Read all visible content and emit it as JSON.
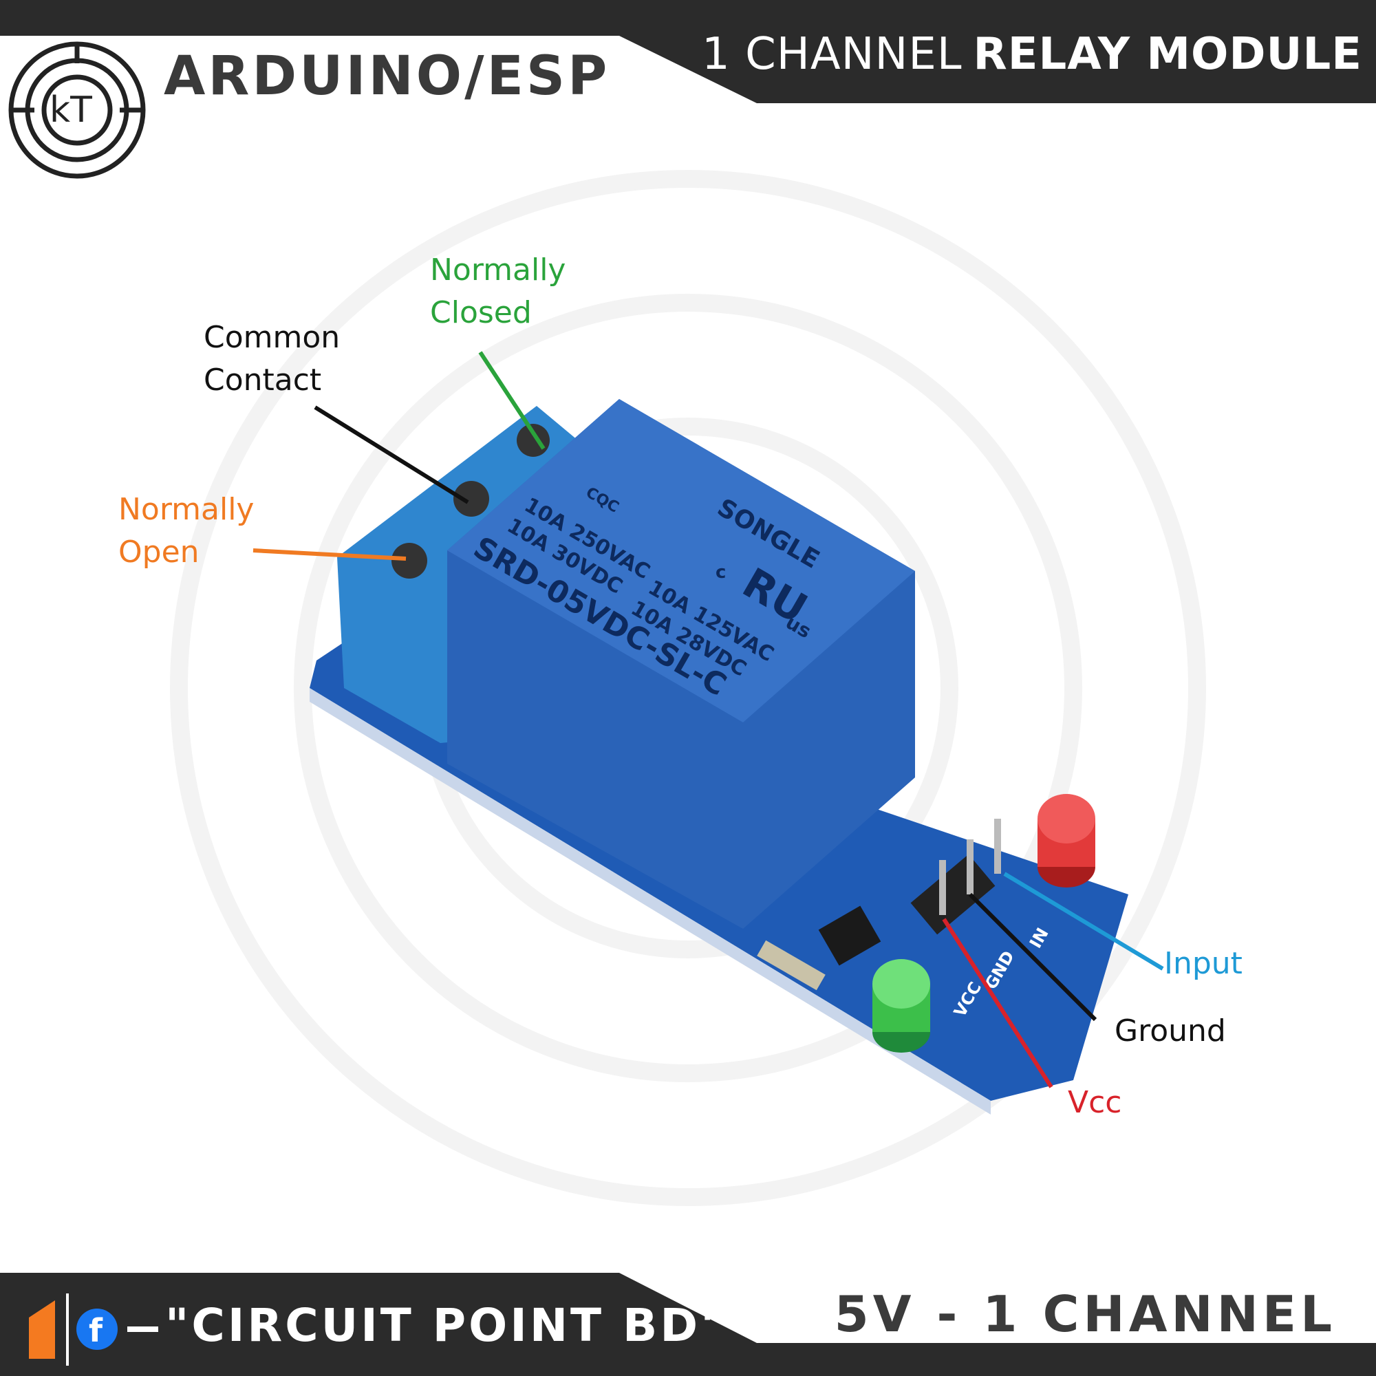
{
  "header": {
    "brand": "ARDUINO/ESP",
    "title_plain": "1 CHANNEL",
    "title_bold": "RELAY MODULE",
    "logo_text": "kT"
  },
  "labels": {
    "normally_closed": [
      "Normally",
      "Closed"
    ],
    "common_contact": [
      "Common",
      "Contact"
    ],
    "normally_open": [
      "Normally",
      "Open"
    ],
    "input": "Input",
    "ground": "Ground",
    "vcc": "Vcc"
  },
  "relay": {
    "brand": "SONGLE",
    "line1": "10A 250VAC",
    "line2": "10A 30VDC",
    "line3": "SRD-05VDC-SL-C",
    "line4": "10A 125VAC",
    "line5": "10A 28VDC",
    "cert": "CQC",
    "ul_c": "c",
    "ul_us": "us",
    "ul_mark": "RU"
  },
  "pins": {
    "vcc": "VCC",
    "gnd": "GND",
    "in": "IN"
  },
  "footer": {
    "name": "\"CIRCUIT POINT BD\"",
    "spec": "5V - 1 CHANNEL",
    "fb_glyph": "f"
  },
  "colors": {
    "dark_band": "#2b2b2b",
    "nc_green": "#2aa33b",
    "no_orange": "#f07a22",
    "input_blue": "#1e9ad6",
    "vcc_red": "#d8222a",
    "relay_blue": "#2a63b8"
  },
  "icons": [
    "kt-logo-icon",
    "daraz-icon",
    "facebook-icon"
  ]
}
